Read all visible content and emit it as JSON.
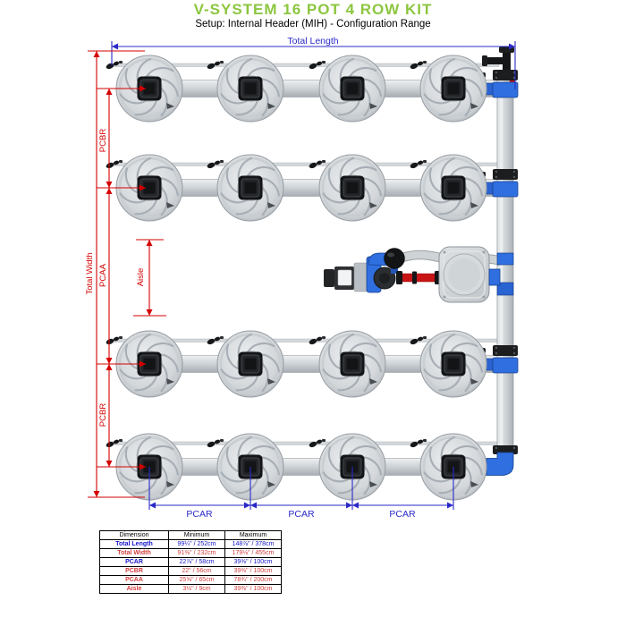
{
  "title": "V-SYSTEM 16 POT 4 ROW KIT",
  "subtitle": "Setup: Internal Header (MIH) - Configuration Range",
  "diagram": {
    "pot_rows": 4,
    "pots_per_row": 4,
    "labels": {
      "total_length": "Total Length",
      "total_width": "Total Width",
      "pcbr_top": "PCBR",
      "pcbr_bottom": "PCBR",
      "pcaa": "PCAA",
      "aisle": "Aisle",
      "pcar_1": "PCAR",
      "pcar_2": "PCAR",
      "pcar_3": "PCAR"
    },
    "colors": {
      "title_green": "#8CC63F",
      "dimension_blue": "#2A2AC8",
      "dimension_red": "#D40000",
      "fitting_blue": "#2F6FE0",
      "pipe_red": "#C81414"
    }
  },
  "table": {
    "headers": [
      "Dimension",
      "Minimum",
      "Maximum"
    ],
    "rows": [
      {
        "dimension": "Total Length",
        "minimum": "99¼\" / 252cm",
        "maximum": "148⅞\" / 378cm",
        "color": "blue"
      },
      {
        "dimension": "Total Width",
        "minimum": "91⅜\" / 232cm",
        "maximum": "179⅛\" / 455cm",
        "color": "red"
      },
      {
        "dimension": "PCAR",
        "minimum": "22⅞\" / 58cm",
        "maximum": "39⅜\" / 100cm",
        "color": "blue"
      },
      {
        "dimension": "PCBR",
        "minimum": "22\" / 56cm",
        "maximum": "39⅜\" / 100cm",
        "color": "red"
      },
      {
        "dimension": "PCAA",
        "minimum": "25⅝\" / 65cm",
        "maximum": "78¾\" / 200cm",
        "color": "red"
      },
      {
        "dimension": "Aisle",
        "minimum": "3½\" / 9cm",
        "maximum": "39⅜\" / 100cm",
        "color": "red"
      }
    ]
  }
}
